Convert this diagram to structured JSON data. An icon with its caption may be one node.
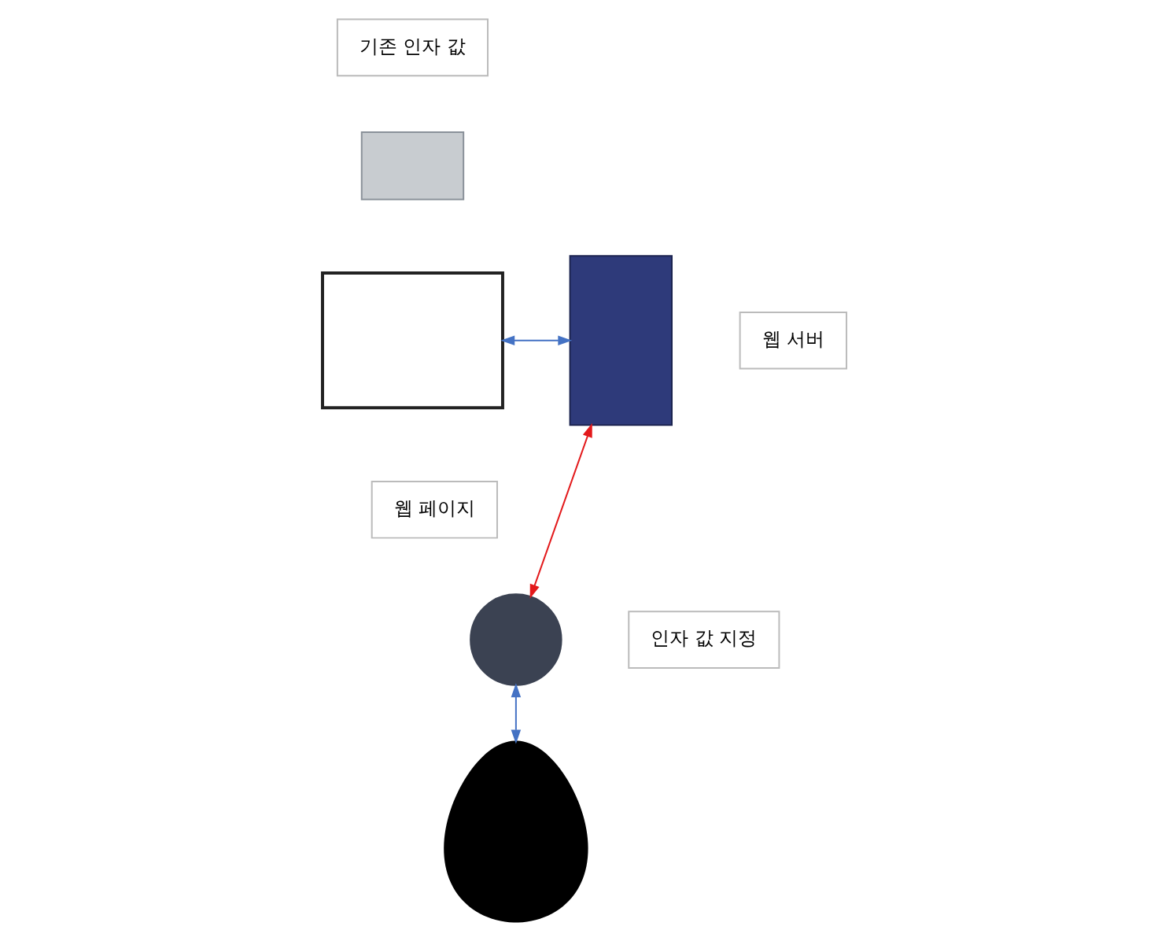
{
  "diagram": {
    "nodes": [
      {
        "text": [
          "기존 인자 값"
        ]
      },
      {
        "text": [],
        "shape": "box"
      },
      {
        "text": [],
        "shape": "box"
      },
      {
        "text": [],
        "shape": "box"
      },
      {
        "text": [
          "웹 서버"
        ]
      },
      {
        "text": [
          "웹 페이지"
        ]
      },
      {
        "text": [],
        "shape": "circle"
      },
      {
        "text": [
          "인자 값 지정"
        ]
      },
      {
        "text": [],
        "shape": "person"
      }
    ],
    "edges": [
      {
        "from": 2,
        "to": 3,
        "arrow": "both"
      },
      {
        "from": 3,
        "to": 6,
        "arrow": "both",
        "color": "#e31a1c"
      },
      {
        "from": 6,
        "to": 8,
        "arrow": "both"
      }
    ]
  }
}
